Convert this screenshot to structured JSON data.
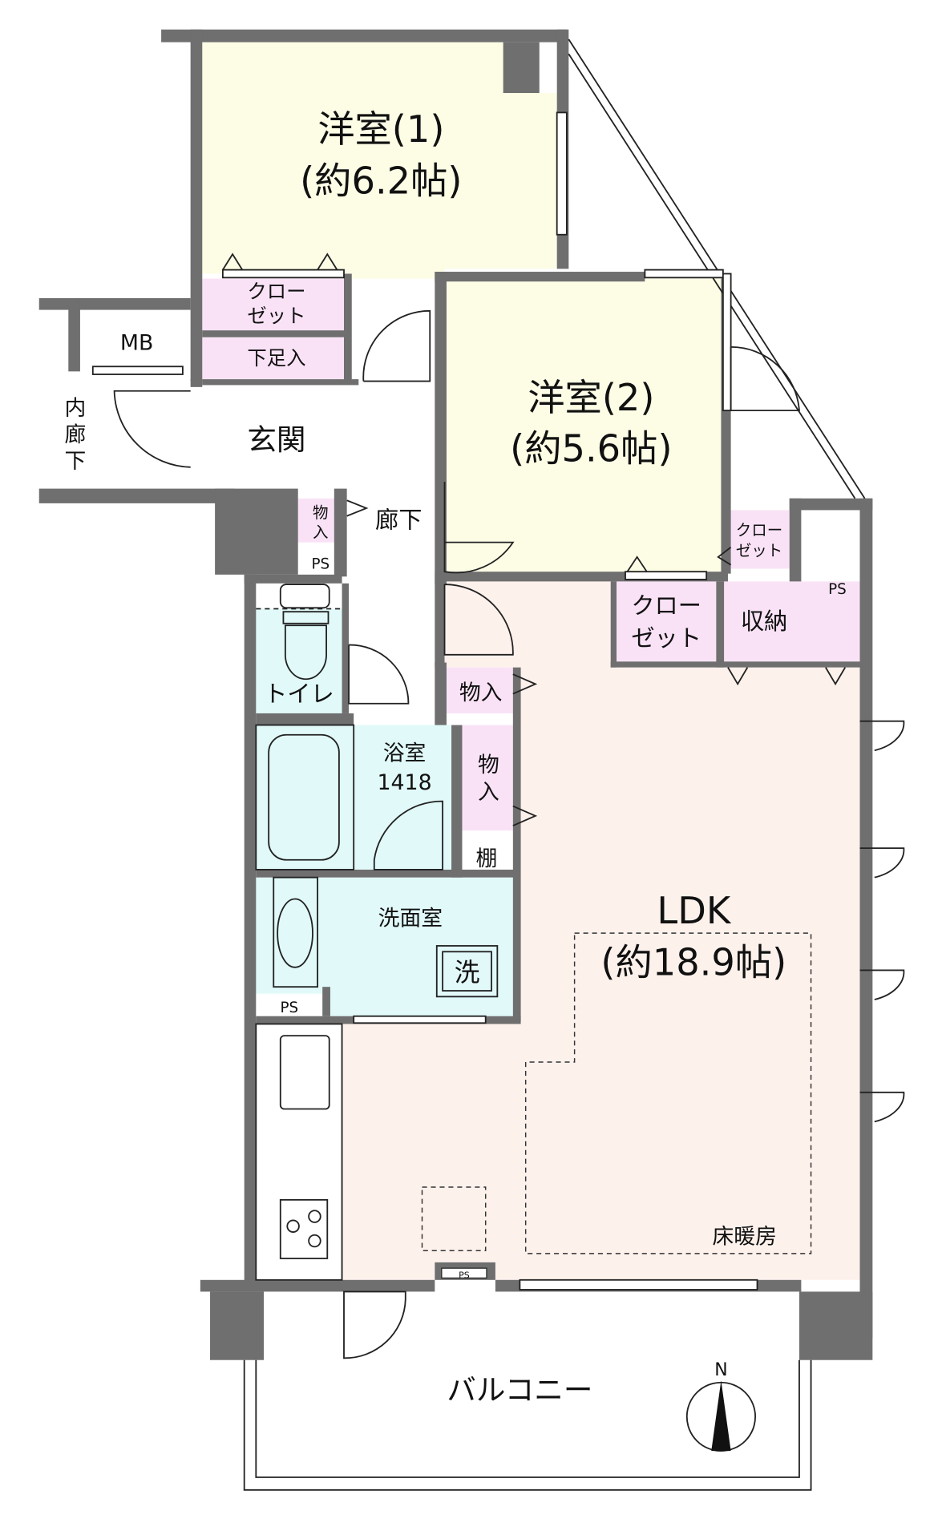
{
  "rooms": {
    "bedroom1": {
      "name": "洋室(1)",
      "size": "(約6.2帖)"
    },
    "bedroom2": {
      "name": "洋室(2)",
      "size": "(約5.6帖)"
    },
    "ldk": {
      "name": "LDK",
      "size": "(約18.9帖)",
      "floor_heating": "床暖房"
    },
    "closet1": {
      "line1": "クロー",
      "line2": "ゼット"
    },
    "shoe_storage": "下足入",
    "mb": "MB",
    "inner_corridor": [
      "内",
      "廊",
      "下"
    ],
    "entrance": "玄関",
    "hallway": "廊下",
    "storage_small": [
      "物",
      "入"
    ],
    "ps": "PS",
    "closet2": {
      "line1": "クロー",
      "line2": "ゼット"
    },
    "closet3": {
      "line1": "クロー",
      "line2": "ゼット"
    },
    "storage_ldk": "収納",
    "toilet": "トイレ",
    "bath": {
      "name": "浴室",
      "size": "1418"
    },
    "storage_a": "物入",
    "storage_b": [
      "物",
      "入"
    ],
    "shelf": "棚",
    "washroom": "洗面室",
    "washer": "洗",
    "balcony": "バルコニー",
    "north": "N"
  },
  "colors": {
    "wall": "#6f6f6f",
    "bedroom": "#fdfde6",
    "ldk": "#fdf1ec",
    "closet": "#f9e2f6",
    "wet": "#e1f9f9"
  }
}
